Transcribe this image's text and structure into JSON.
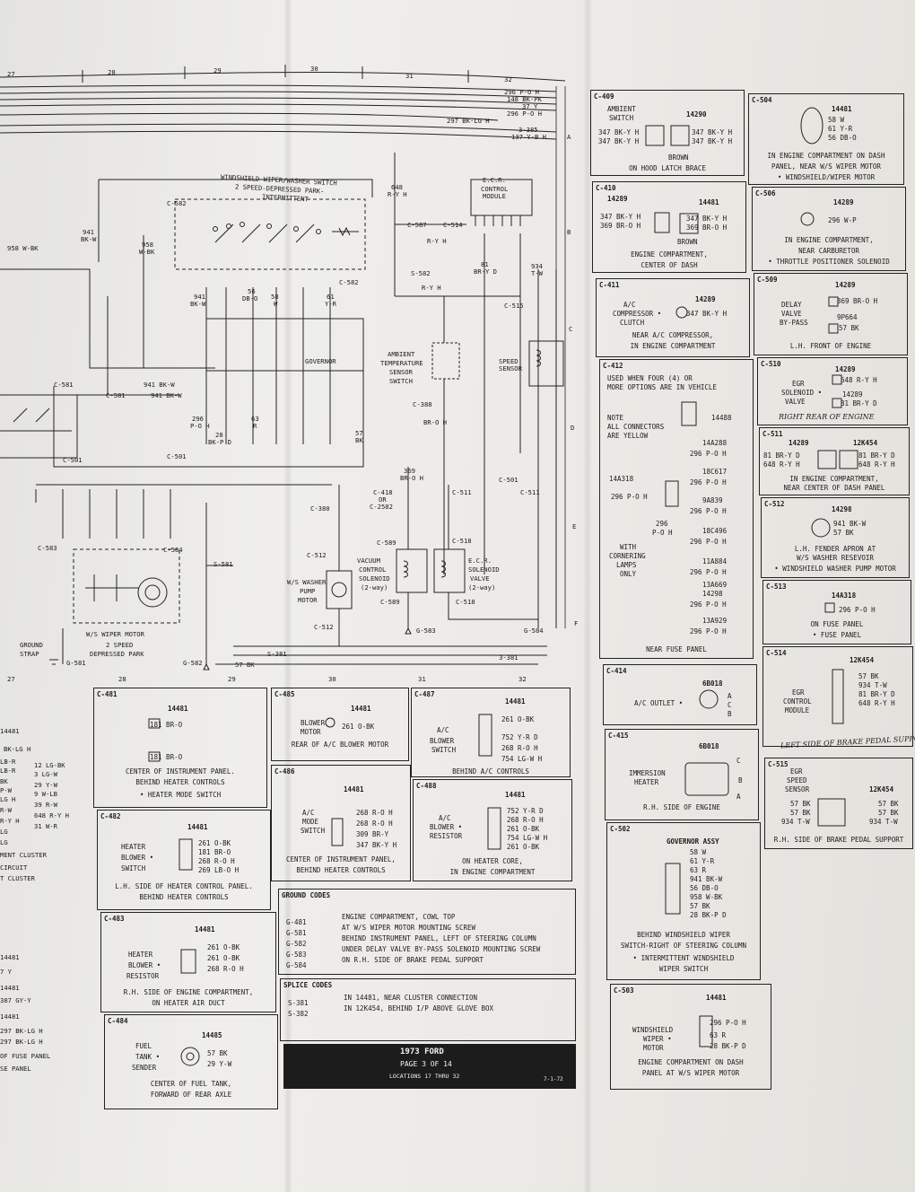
{
  "columns": [
    "27",
    "28",
    "29",
    "30",
    "31",
    "32"
  ],
  "top_bus": [
    "296 P-O H",
    "148 BK-PK",
    "37 Y",
    "296 P-O H",
    "297 BK-LG H",
    "3-385",
    "137 Y-B H"
  ],
  "row_letters": [
    "A",
    "B",
    "C",
    "D",
    "E",
    "F"
  ],
  "wiper_switch": {
    "title": "WINDSHIELD WIPER/WASHER SWITCH",
    "title2": "2 SPEED-DEPRESSED PARK-",
    "title3": "INTERMITTENT",
    "conn_top": "C-582",
    "conn_side": "C-582",
    "governor": "GOVERNOR"
  },
  "left_labels": {
    "w958": "958 W-BK",
    "w941a": "941",
    "bkw": "BK-W",
    "w958b": "958",
    "wbk": "W-BK",
    "c581": "C-581",
    "c581b": "C-581",
    "w941bkw": "941 BK-W",
    "w941bkw2": "941 BK-W",
    "c501": "C-501",
    "c501b": "C-501"
  },
  "mid_labels": {
    "w941": "941",
    "bkw": "BK-W",
    "w56": "56",
    "dbo": "DB-O",
    "w58": "58",
    "w": "W",
    "w63": "63",
    "r": "R",
    "w57": "57",
    "bk": "BK",
    "w61": "61",
    "yr": "Y-R",
    "w28": "28",
    "bkpd": "BK-P D",
    "w296": "296",
    "poh": "P-O H"
  },
  "motor": {
    "title": "W/S WIPER MOTOR",
    "sub1": "2 SPEED",
    "sub2": "DEPRESSED PARK",
    "c583": "C-583",
    "c584": "C-584",
    "s581": "S-581",
    "ground_strap": "GROUND",
    "strap": "STRAP",
    "g581": "G-581",
    "g582": "G-582",
    "s381": "S-381",
    "bk57": "57 BK"
  },
  "ecr": {
    "title": "E.C.R.",
    "sub": "CONTROL",
    "sub2": "MODULE",
    "c514": "C-514",
    "c587": "C-587",
    "w648": "648",
    "ryh": "R-Y H",
    "s582": "S-582",
    "w81": "81",
    "bryd": "BR-Y D",
    "w934": "934",
    "tw": "T-W",
    "c515": "C-515",
    "speed": "SPEED",
    "sensor": "SENSOR",
    "c511": "C-511",
    "c518": "C-518",
    "c309": "C-388",
    "c589": "C-589",
    "vac1": "VACUUM",
    "vac2": "CONTROL",
    "vac3": "SOLENOID",
    "vac4": "(2-way)",
    "egr1": "E.C.R.",
    "egr2": "SOLENOID",
    "egr3": "VALVE",
    "egr4": "(2-way)",
    "amb1": "AMBIENT",
    "amb2": "TEMPERATURE",
    "amb3": "SENSOR",
    "amb4": "SWITCH",
    "c380": "C-380",
    "c512": "C-512",
    "pump1": "W/S WASHER",
    "pump2": "PUMP",
    "pump3": "MOTOR",
    "g583": "G-583",
    "g584": "G-584",
    "w369": "369",
    "broh": "BR-O H",
    "c418": "C-418",
    "or": "OR",
    "c2582": "C-2582",
    "c501": "C-501",
    "s381": "3-381"
  },
  "boxes_mid": {
    "c481": {
      "hd": "C-481",
      "pn": "14481",
      "l1": "181 BR-O",
      "l2": "181 BR-O",
      "loc1": "CENTER OF INSTRUMENT PANEL.",
      "loc2": "BEHIND HEATER CONTROLS",
      "loc3": "• HEATER MODE SWITCH"
    },
    "c482": {
      "hd": "C-482",
      "pn": "14481",
      "n1": "HEATER",
      "n2": "BLOWER •",
      "n3": "SWITCH",
      "l1": "261 O-BK",
      "l2": "181 BR-O",
      "l3": "268 R-O H",
      "l4": "269 LB-O H",
      "loc1": "L.H. SIDE OF HEATER CONTROL PANEL.",
      "loc2": "BEHIND HEATER CONTROLS"
    },
    "c483": {
      "hd": "C-483",
      "pn": "14481",
      "n1": "HEATER",
      "n2": "BLOWER •",
      "n3": "RESISTOR",
      "l1": "261 O-BK",
      "l2": "261 O-BK",
      "l3": "268 R-O H",
      "loc1": "R.H. SIDE OF ENGINE COMPARTMENT,",
      "loc2": "ON HEATER AIR DUCT"
    },
    "c484": {
      "hd": "C-484",
      "pn": "14485",
      "n1": "FUEL",
      "n2": "TANK •",
      "n3": "SENDER",
      "l1": "57 BK",
      "l2": "29 Y-W",
      "loc1": "CENTER OF FUEL TANK,",
      "loc2": "FORWARD OF REAR AXLE"
    },
    "c485": {
      "hd": "C-485",
      "pn": "14481",
      "n1": "BLOWER",
      "n2": "MOTOR",
      "l1": "261 O-BK",
      "loc1": "REAR OF A/C BLOWER MOTOR"
    },
    "c486": {
      "hd": "C-486",
      "pn": "14481",
      "n1": "A/C",
      "n2": "MODE",
      "n3": "SWITCH",
      "l1": "268 R-O H",
      "l2": "268 R-O H",
      "l3": "309 BR-Y",
      "l4": "347 BK-Y H",
      "loc1": "CENTER OF INSTRUMENT PANEL,",
      "loc2": "BEHIND HEATER CONTROLS"
    },
    "c487": {
      "hd": "C-487",
      "pn": "14481",
      "n1": "A/C",
      "n2": "BLOWER",
      "n3": "SWITCH",
      "l1": "261 O-BK",
      "l2": "752 Y-R D",
      "l3": "268 R-O H",
      "l4": "754 LG-W H",
      "loc1": "BEHIND A/C CONTROLS"
    },
    "c488": {
      "hd": "C-488",
      "pn": "14481",
      "n1": "A/C",
      "n2": "BLOWER •",
      "n3": "RESISTOR",
      "l1": "752 Y-R D",
      "l2": "268 R-O H",
      "l3": "261 O-BK",
      "l4": "754 LG-W H",
      "l5": "261 O-BK",
      "loc1": "ON HEATER CORE,",
      "loc2": "IN ENGINE COMPARTMENT"
    }
  },
  "ground_codes": {
    "hd": "GROUND CODES",
    "rows": [
      [
        "G-481",
        "ENGINE COMPARTMENT, COWL TOP"
      ],
      [
        "G-581",
        "AT W/S WIPER MOTOR MOUNTING SCREW"
      ],
      [
        "G-582",
        "BEHIND INSTRUMENT PANEL, LEFT OF STEERING COLUMN"
      ],
      [
        "G-583",
        "UNDER DELAY VALVE BY-PASS SOLENOID MOUNTING SCREW"
      ],
      [
        "G-584",
        "ON R.H. SIDE OF BRAKE PEDAL SUPPORT"
      ]
    ]
  },
  "splice_codes": {
    "hd": "SPLICE CODES",
    "rows": [
      [
        "S-381",
        "IN 14481, NEAR CLUSTER CONNECTION"
      ],
      [
        "S-382",
        "IN 12K454, BEHIND I/P ABOVE GLOVE BOX"
      ]
    ]
  },
  "title_block": {
    "l1": "1973 FORD",
    "l2": "PAGE 3 OF 14",
    "l3": "LOCATIONS 17 THRU 32",
    "date": "7-1-72"
  },
  "left_edge": [
    "14481",
    "BK-LG H",
    "LB-R",
    "LB-R",
    "BK",
    "P-W",
    "LG H",
    "R-W",
    "R-Y H",
    "LG",
    "LG",
    "MENT CLUSTER",
    "CIRCUIT",
    "T CLUSTER",
    "14481",
    "7 Y",
    "14481",
    "387 GY-Y",
    "14481",
    "297 BK-LG H",
    "297 BK-LG H",
    "OF FUSE PANEL",
    "SE PANEL"
  ],
  "left_edge_wires": [
    "12 LG-BK",
    "3 LG-W",
    "29 Y-W",
    "9 W-LB",
    "39 R-W",
    "648 R-Y H",
    "31 W-R"
  ],
  "right_boxes": {
    "c409": {
      "hd": "C-409",
      "n1": "AMBIENT",
      "n2": "SWITCH",
      "pn": "14290",
      "l1": "347 BK-Y H",
      "l2": "347 BK-Y H",
      "r1": "347 BK-Y H",
      "r2": "347 BK-Y H",
      "mid": "BROWN",
      "loc": "ON HOOD LATCH BRACE"
    },
    "c410": {
      "hd": "C-410",
      "pn1": "14289",
      "pn2": "14481",
      "l1": "347 BK-Y H",
      "l2": "369 BR-O H",
      "r1": "347 BK-Y H",
      "r2": "369 BR-O H",
      "mid": "BROWN",
      "loc1": "ENGINE COMPARTMENT,",
      "loc2": "CENTER OF DASH"
    },
    "c411": {
      "hd": "C-411",
      "pn": "14289",
      "n1": "A/C",
      "n2": "COMPRESSOR •",
      "n3": "CLUTCH",
      "r1": "347 BK-Y H",
      "loc1": "NEAR A/C COMPRESSOR,",
      "loc2": "IN ENGINE COMPARTMENT"
    },
    "c412": {
      "hd": "C-412",
      "t1": "USED WHEN FOUR (4) OR",
      "t2": "MORE OPTIONS ARE IN VEHICLE",
      "note1": "NOTE",
      "note2": "ALL CONNECTORS",
      "note3": "ARE YELLOW",
      "pn0": "14488",
      "p1": "14A288",
      "w1": "296 P-O H",
      "p2": "14A318",
      "p2b": "18C617",
      "w2": "296 P-O H",
      "w2l": "296 P-O H",
      "p3": "9A839",
      "w3": "296 P-O H",
      "p4": "18C496",
      "w4": "296 P-O H",
      "wl1": "296",
      "wl2": "P-O H",
      "corn1": "WITH",
      "corn2": "CORNERING",
      "corn3": "LAMPS",
      "corn4": "ONLY",
      "p5": "11A884",
      "w5": "296 P-O H",
      "p6": "13A669",
      "p6b": "14298",
      "w6": "296 P-O H",
      "p7": "13A929",
      "w7": "296 P-O H",
      "loc": "NEAR FUSE PANEL"
    },
    "c414": {
      "hd": "C-414",
      "pn": "6B018",
      "n1": "A/C OUTLET •",
      "a": "A",
      "c": "C",
      "b": "B"
    },
    "c415": {
      "hd": "C-415",
      "pn": "6B018",
      "n1": "IMMERSION",
      "n2": "HEATER",
      "c": "C",
      "b": "B",
      "a": "A",
      "loc": "R.H. SIDE OF ENGINE"
    },
    "c502": {
      "hd": "C-502",
      "pn": "GOVERNOR ASSY",
      "l1": "58 W",
      "l2": "61 Y-R",
      "l3": "63 R",
      "l4": "941 BK-W",
      "l5": "56 DB-O",
      "l6": "958 W-BK",
      "l7": "57 BK",
      "l8": "28 BK-P D",
      "loc1": "BEHIND WINDSHIELD WIPER",
      "loc2": "SWITCH-RIGHT OF STEERING COLUMN",
      "loc3": "• INTERMITTENT WINDSHIELD",
      "loc4": "WIPER SWITCH"
    },
    "c503": {
      "hd": "C-503",
      "pn": "14481",
      "n1": "WINDSHIELD",
      "n2": "WIPER •",
      "n3": "MOTOR",
      "l1": "296 P-O H",
      "l2": "63 R",
      "l3": "28 BK-P D",
      "loc1": "ENGINE COMPARTMENT ON DASH",
      "loc2": "PANEL AT W/S WIPER MOTOR"
    },
    "c504": {
      "hd": "C-504",
      "pn": "14481",
      "l1": "58 W",
      "l2": "61 Y-R",
      "l3": "56 DB-O",
      "loc1": "IN ENGINE COMPARTMENT ON DASH",
      "loc2": "PANEL, NEAR W/S WIPER MOTOR",
      "loc3": "• WINDSHIELD/WIPER MOTOR"
    },
    "c506": {
      "hd": "C-506",
      "pn": "14289",
      "l1": "296 W-P",
      "loc1": "IN ENGINE COMPARTMENT,",
      "loc2": "NEAR CARBURETOR",
      "loc3": "• THROTTLE POSITIONER SOLENOID"
    },
    "c509": {
      "hd": "C-509",
      "pn": "14289",
      "n1": "DELAY",
      "n2": "VALVE",
      "n3": "BY-PASS",
      "l1": "369 BR-O H",
      "pn2": "9P664",
      "l2": "57 BK",
      "loc": "L.H. FRONT OF ENGINE"
    },
    "c510": {
      "hd": "C-510",
      "pn": "14289",
      "n1": "EGR",
      "n2": "SOLENOID •",
      "n3": "VALVE",
      "l1": "648 R-Y H",
      "pn2": "14289",
      "l2": "81 BR-Y D",
      "hand": "RIGHT REAR OF ENGINE"
    },
    "c511": {
      "hd": "C-511",
      "pn1": "14289",
      "pn2": "12K454",
      "l1": "81 BR-Y D",
      "l2": "648 R-Y H",
      "r1": "81 BR-Y D",
      "r2": "648 R-Y H",
      "loc1": "IN ENGINE COMPARTMENT,",
      "loc2": "NEAR CENTER OF DASH PANEL"
    },
    "c512": {
      "hd": "C-512",
      "pn": "14298",
      "l1": "941 BK-W",
      "l2": "57 BK",
      "loc1": "L.H. FENDER APRON AT",
      "loc2": "W/S WASHER RESEVOIR",
      "loc3": "• WINDSHIELD WASHER PUMP MOTOR"
    },
    "c513": {
      "hd": "C-513",
      "pn": "14A318",
      "l1": "296 P-O H",
      "loc1": "ON FUSE PANEL",
      "loc2": "• FUSE PANEL"
    },
    "c514": {
      "hd": "C-514",
      "pn": "12K454",
      "n1": "EGR",
      "n2": "CONTROL",
      "n3": "MODULE",
      "l1": "57 BK",
      "l2": "934 T-W",
      "l3": "81 BR-Y D",
      "l4": "648 R-Y H",
      "hand": "LEFT SIDE OF BRAKE PEDAL SUPPORT"
    },
    "c515": {
      "hd": "C-515",
      "n1": "EGR",
      "n2": "SPEED",
      "n3": "SENSOR",
      "pn": "12K454",
      "l1": "57 BK",
      "l2": "57 BK",
      "l3": "934 T-W",
      "r1": "57 BK",
      "r2": "57 BK",
      "r3": "934 T-W",
      "loc": "R.H. SIDE OF BRAKE PEDAL SUPPORT"
    }
  }
}
